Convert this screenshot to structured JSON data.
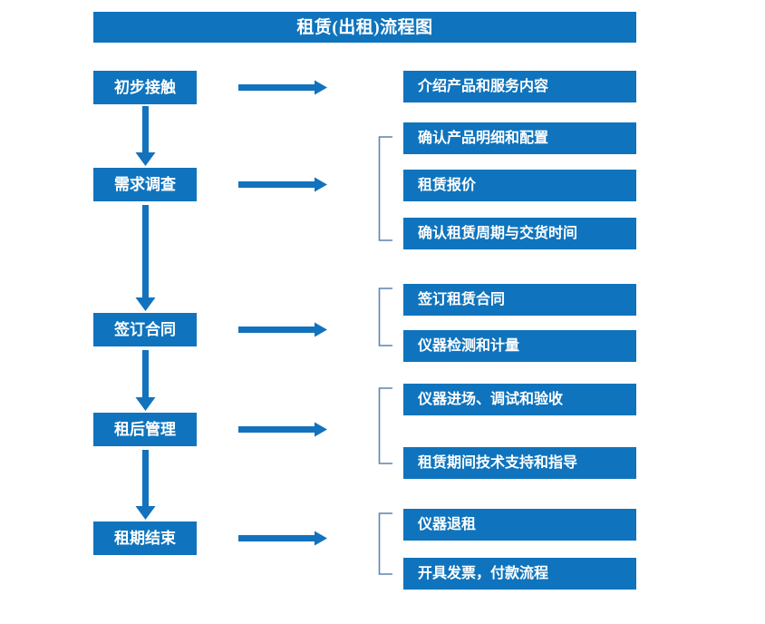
{
  "diagram": {
    "title": "租赁(出租)流程图",
    "colors": {
      "box_fill": "#0f74bd",
      "box_text": "#ffffff",
      "arrow": "#1272bd",
      "bracket": "#5b84b1",
      "background": "#ffffff"
    },
    "stages": [
      {
        "id": "stage-1",
        "label": "初步接触"
      },
      {
        "id": "stage-2",
        "label": "需求调查"
      },
      {
        "id": "stage-3",
        "label": "签订合同"
      },
      {
        "id": "stage-4",
        "label": "租后管理"
      },
      {
        "id": "stage-5",
        "label": "租期结束"
      }
    ],
    "details": [
      {
        "id": "detail-1",
        "label": "介绍产品和服务内容",
        "stage": "stage-1"
      },
      {
        "id": "detail-2",
        "label": "确认产品明细和配置",
        "stage": "stage-2"
      },
      {
        "id": "detail-3",
        "label": "租赁报价",
        "stage": "stage-2"
      },
      {
        "id": "detail-4",
        "label": "确认租赁周期与交货时间",
        "stage": "stage-2"
      },
      {
        "id": "detail-5",
        "label": "签订租赁合同",
        "stage": "stage-3"
      },
      {
        "id": "detail-6",
        "label": "仪器检测和计量",
        "stage": "stage-3"
      },
      {
        "id": "detail-7",
        "label": "仪器进场、调试和验收",
        "stage": "stage-4"
      },
      {
        "id": "detail-8",
        "label": "租赁期间技术支持和指导",
        "stage": "stage-4"
      },
      {
        "id": "detail-9",
        "label": "仪器退租",
        "stage": "stage-5"
      },
      {
        "id": "detail-10",
        "label": "开具发票，付款流程",
        "stage": "stage-5"
      }
    ],
    "connectors": {
      "vertical_arrows": 4,
      "horizontal_arrows": 5,
      "brackets": 4
    }
  }
}
